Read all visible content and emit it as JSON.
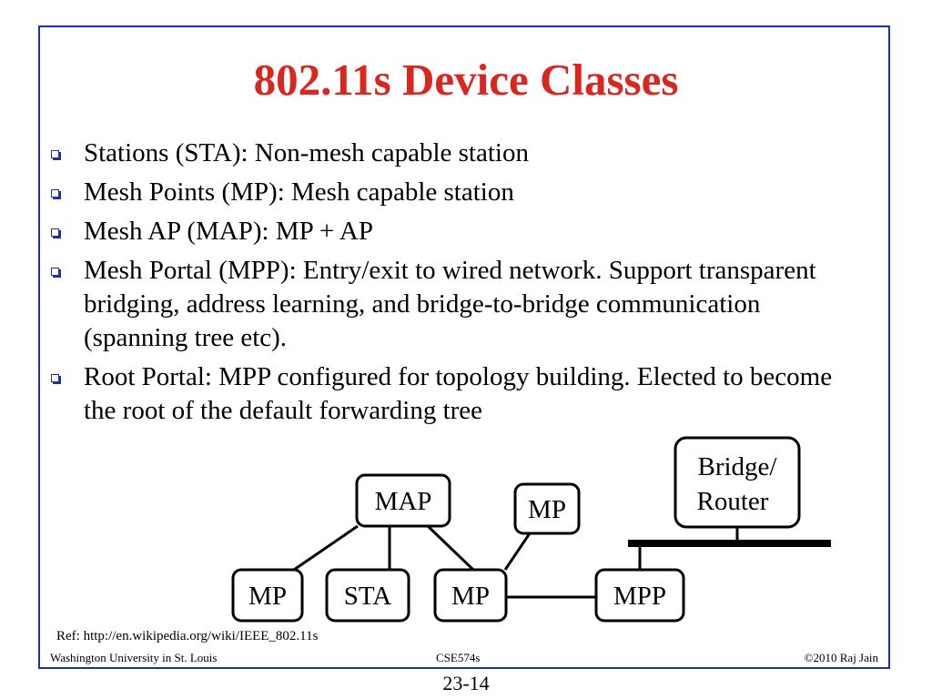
{
  "slide": {
    "title": "802.11s Device Classes",
    "bullets": [
      {
        "text": "Stations (STA): Non-mesh capable station"
      },
      {
        "text": "Mesh Points (MP): Mesh capable station"
      },
      {
        "text": "Mesh AP (MAP): MP + AP"
      },
      {
        "text": "Mesh Portal (MPP):  Entry/exit to wired network. Support transparent bridging, address learning, and bridge-to-bridge communication (spanning tree etc)."
      },
      {
        "text": "Root Portal: MPP configured for topology building. Elected to become the root of the default forwarding tree"
      }
    ]
  },
  "diagram": {
    "nodes": {
      "map": "MAP",
      "mp_upper": "MP",
      "bridge_line1": "Bridge/",
      "bridge_line2": "Router",
      "mp_left": "MP",
      "sta": "STA",
      "mp_center": "MP",
      "mpp": "MPP"
    }
  },
  "reference": "Ref: http://en.wikipedia.org/wiki/IEEE_802.11s",
  "footer": {
    "left": "Washington University in St. Louis",
    "center": "CSE574s",
    "right": "©2010 Raj Jain"
  },
  "page_number": "23-14",
  "colors": {
    "title": "#d9261f",
    "frame": "#1f2fa8",
    "bullet": "#1f2fa8"
  }
}
